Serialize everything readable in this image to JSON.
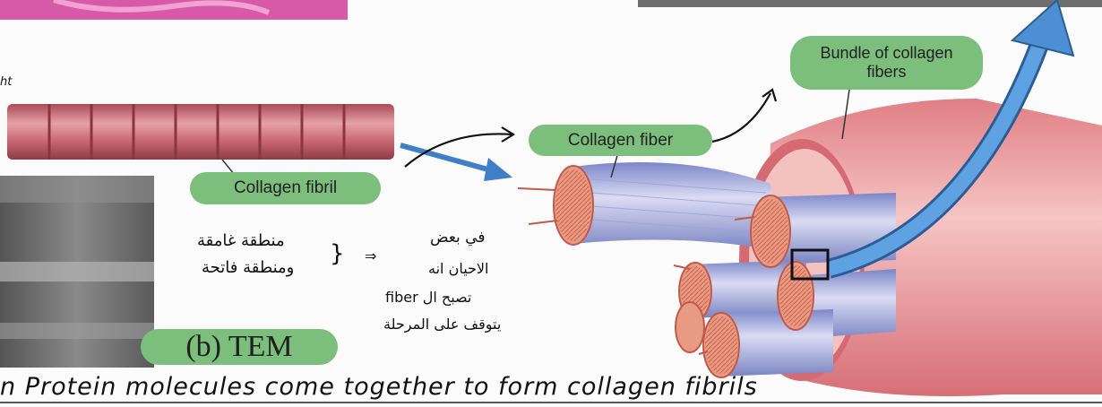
{
  "labels": {
    "collagen_fibril": "Collagen fibril",
    "collagen_fiber": "Collagen fiber",
    "bundle": "Bundle of collagen fibers",
    "tem": "(b) TEM"
  },
  "handwriting": {
    "caption": "n Protein molecules come together to form collagen fibrils",
    "partial_left": "ht",
    "arabic_left_line1": "منطقة غامقة",
    "arabic_left_line2": "ومنطقة فاتحة",
    "brace": "}",
    "arrow": "⇒",
    "arabic_right_line1": "في بعض",
    "arabic_right_line2": "الاحيان انه",
    "arabic_right_line3": "تصبح ال fiber",
    "arabic_right_line4": "يتوقف على المرحلة"
  },
  "colors": {
    "pill": "#7cbf7c",
    "fibril": "#c9707a",
    "fiber_blue": "#9aa3d8",
    "bundle_pink": "#e79a9c",
    "arrow_blue": "#3f7fc7"
  }
}
